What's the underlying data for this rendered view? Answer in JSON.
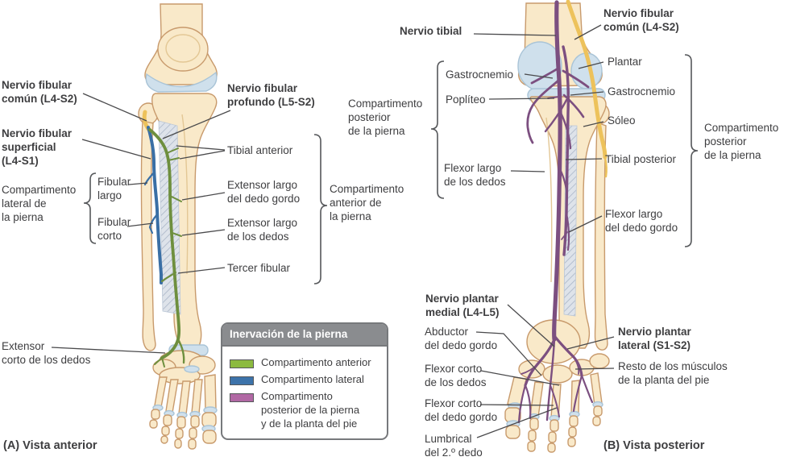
{
  "panel_a": {
    "caption": "(A) Vista anterior",
    "labels": {
      "nervio_fibular_comun": "Nervio fibular\ncomún (L4-S2)",
      "nervio_fibular_superficial": "Nervio fibular\nsuperficial\n(L4-S1)",
      "compartimento_lateral": "Compartimento\nlateral de\nla pierna",
      "fibular_largo": "Fibular\nlargo",
      "fibular_corto": "Fibular\ncorto",
      "extensor_corto_dedos": "Extensor\ncorto de los dedos",
      "nervio_fibular_profundo": "Nervio fibular\nprofundo (L5-S2)",
      "tibial_anterior": "Tibial anterior",
      "extensor_largo_dedo_gordo": "Extensor largo\ndel dedo gordo",
      "extensor_largo_dedos": "Extensor largo\nde los dedos",
      "tercer_fibular": "Tercer fibular",
      "compartimento_anterior": "Compartimento\nanterior de\nla pierna"
    }
  },
  "panel_b": {
    "caption": "(B) Vista posterior",
    "labels": {
      "nervio_tibial": "Nervio tibial",
      "nervio_fibular_comun": "Nervio fibular\ncomún (L4-S2)",
      "compartimento_posterior_izq": "Compartimento\nposterior\nde la pierna",
      "gastrocnemio_izq": "Gastrocnemio",
      "popliteo": "Poplíteo",
      "flexor_largo_dedos": "Flexor largo\nde los dedos",
      "plantar": "Plantar",
      "gastrocnemio_der": "Gastrocnemio",
      "soleo": "Sóleo",
      "tibial_posterior": "Tibial posterior",
      "flexor_largo_dedo_gordo": "Flexor largo\ndel dedo gordo",
      "compartimento_posterior_der": "Compartimento\nposterior\nde la pierna",
      "nervio_plantar_medial": "Nervio plantar\nmedial (L4-L5)",
      "abductor_dedo_gordo": "Abductor\ndel dedo gordo",
      "flexor_corto_dedos": "Flexor corto\nde los dedos",
      "flexor_corto_dedo_gordo": "Flexor corto\ndel dedo gordo",
      "lumbrical": "Lumbrical\ndel 2.º dedo",
      "nervio_plantar_lateral": "Nervio plantar\nlateral (S1-S2)",
      "resto_musculos": "Resto de los músculos\nde la planta del pie"
    }
  },
  "legend": {
    "title": "Inervación de la pierna",
    "items": [
      {
        "label": "Compartimento anterior",
        "color": "#8CBA3F"
      },
      {
        "label": "Compartimento lateral",
        "color": "#3D73AA"
      },
      {
        "label": "Compartimento\nposterior de la pierna\ny de la planta del pie",
        "color": "#B168A4"
      }
    ]
  },
  "colors": {
    "anterior_compartment": "#8CBA3F",
    "lateral_compartment": "#3D73AA",
    "posterior_compartment": "#B168A4",
    "deep_fibular_nerve_green": "#6E8F3E",
    "superficial_fibular_nerve_blue": "#3A6FA5",
    "tibial_nerve_purple": "#7C4F80",
    "common_fibular_nerve_yellow": "#EDC25B",
    "bone_fill": "#F9E9C9",
    "bone_outline": "#C89A6C",
    "cartilage": "#CFE0EC",
    "legend_header": "#8A8C8F",
    "text": "#3E3E40"
  }
}
